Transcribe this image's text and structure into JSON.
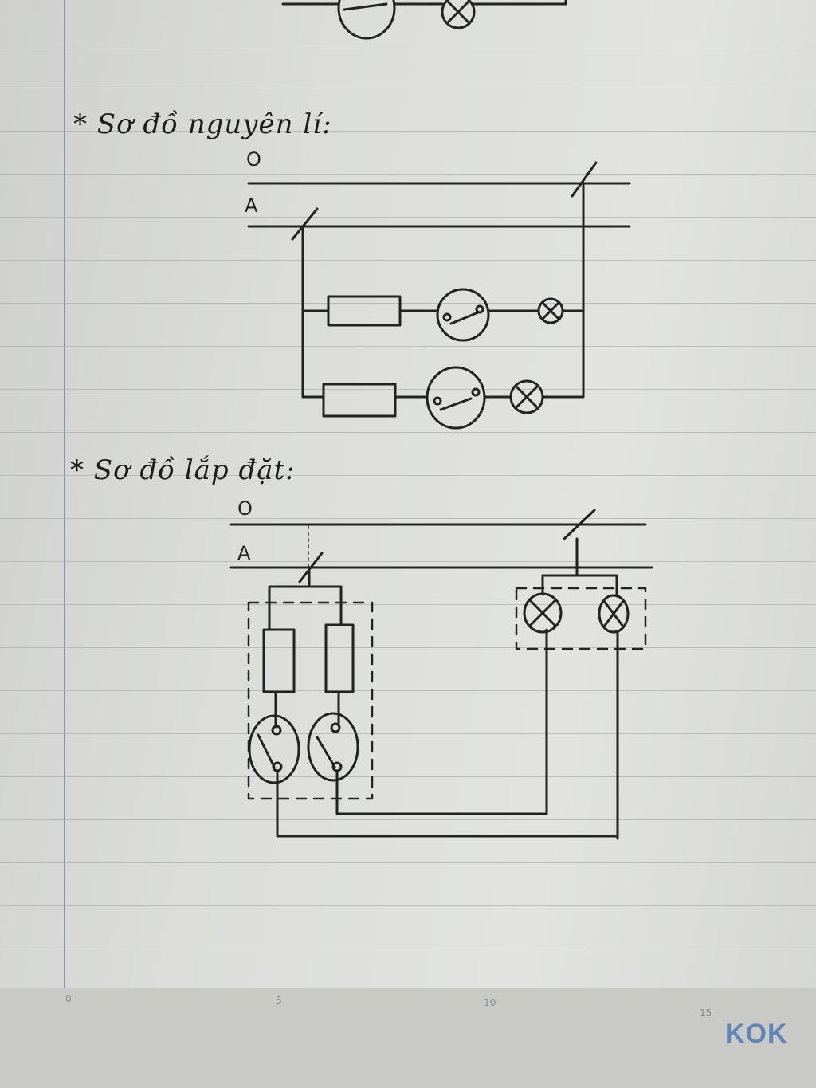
{
  "principle_heading": "* Sơ đồ nguyên lí:",
  "install_heading": "* Sơ đồ lắp đặt:",
  "principle_labels": {
    "neutral": "O",
    "phase": "A"
  },
  "install_labels": {
    "neutral": "O",
    "phase": "A"
  },
  "ruler": {
    "marks": [
      "0",
      "5",
      "10",
      "15"
    ]
  },
  "brand": "KOK",
  "colors": {
    "ink": "#222222",
    "paper": "#dcddda",
    "rule_line": "#a9adb4",
    "margin_line": "#8795ad",
    "brand": "#5f86b8"
  }
}
